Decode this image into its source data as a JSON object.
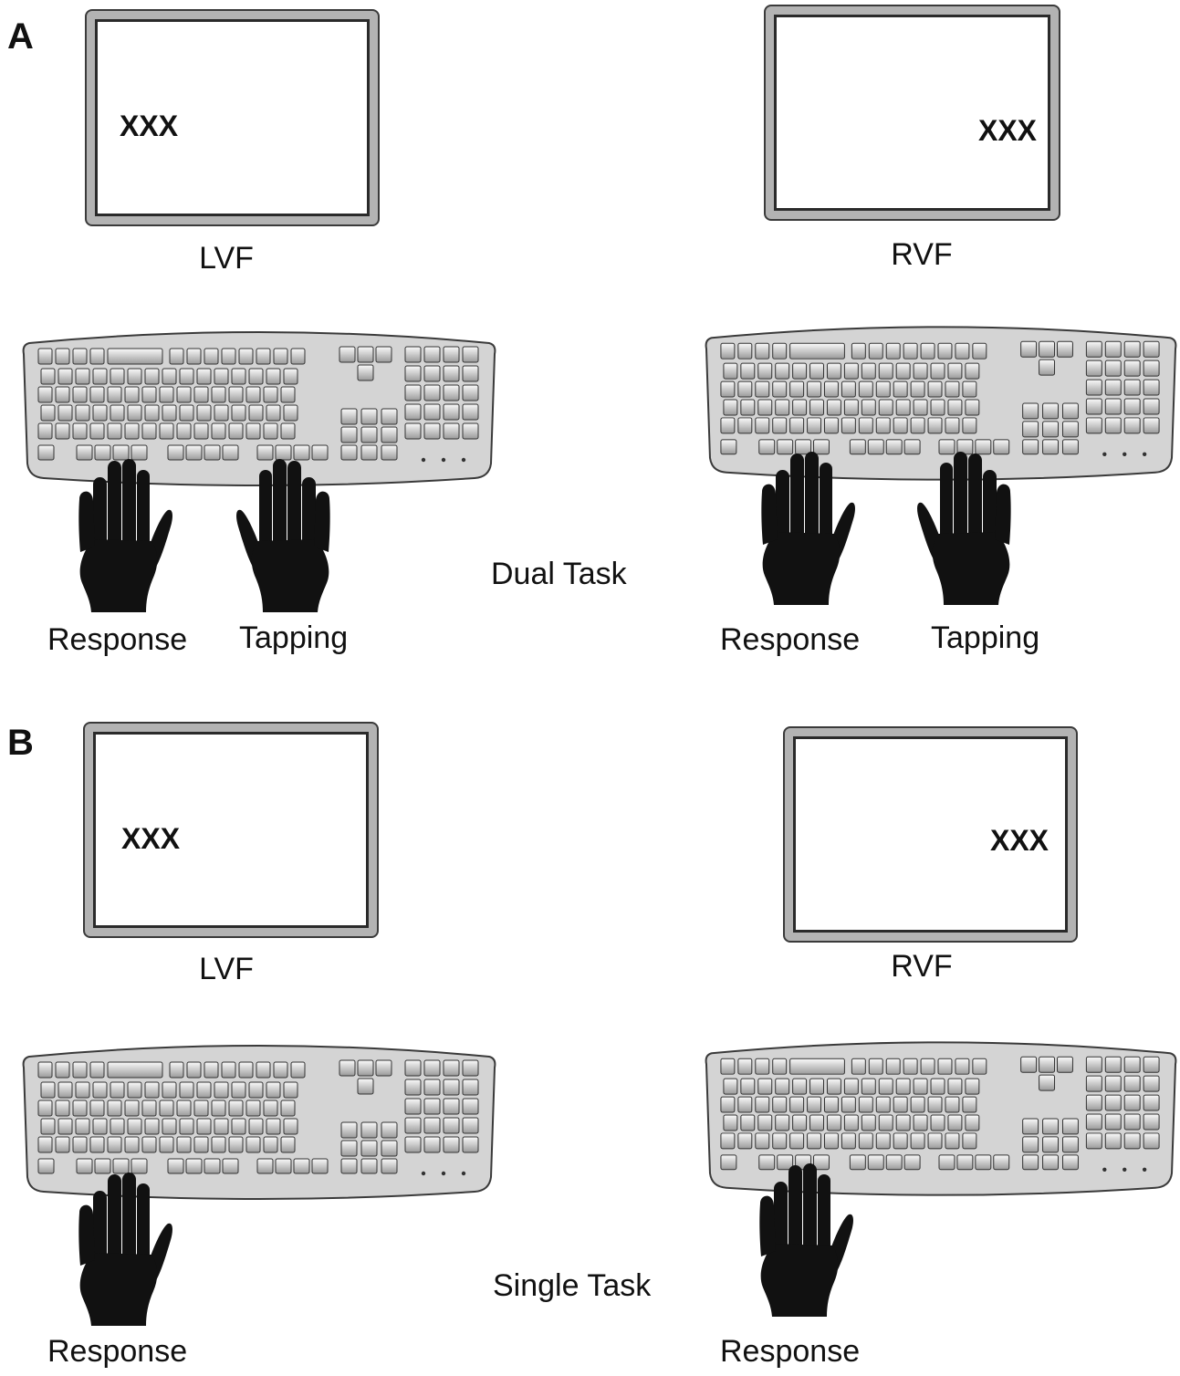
{
  "panels": [
    {
      "letter": "A",
      "task": "Dual Task",
      "left": {
        "stimulus": "XXX",
        "field": "LVF",
        "labels": [
          "Response",
          "Tapping"
        ]
      },
      "right": {
        "stimulus": "XXX",
        "field": "RVF",
        "labels": [
          "Response",
          "Tapping"
        ]
      }
    },
    {
      "letter": "B",
      "task": "Single Task",
      "left": {
        "stimulus": "XXX",
        "field": "LVF",
        "labels": [
          "Response"
        ]
      },
      "right": {
        "stimulus": "XXX",
        "field": "RVF",
        "labels": [
          "Response"
        ]
      }
    }
  ],
  "colors": {
    "bezel": "#b3b3b3",
    "keyboard": "#d4d4d4",
    "hand": "#111111"
  },
  "icons": [
    "monitor-icon",
    "keyboard-icon",
    "hand-icon"
  ]
}
